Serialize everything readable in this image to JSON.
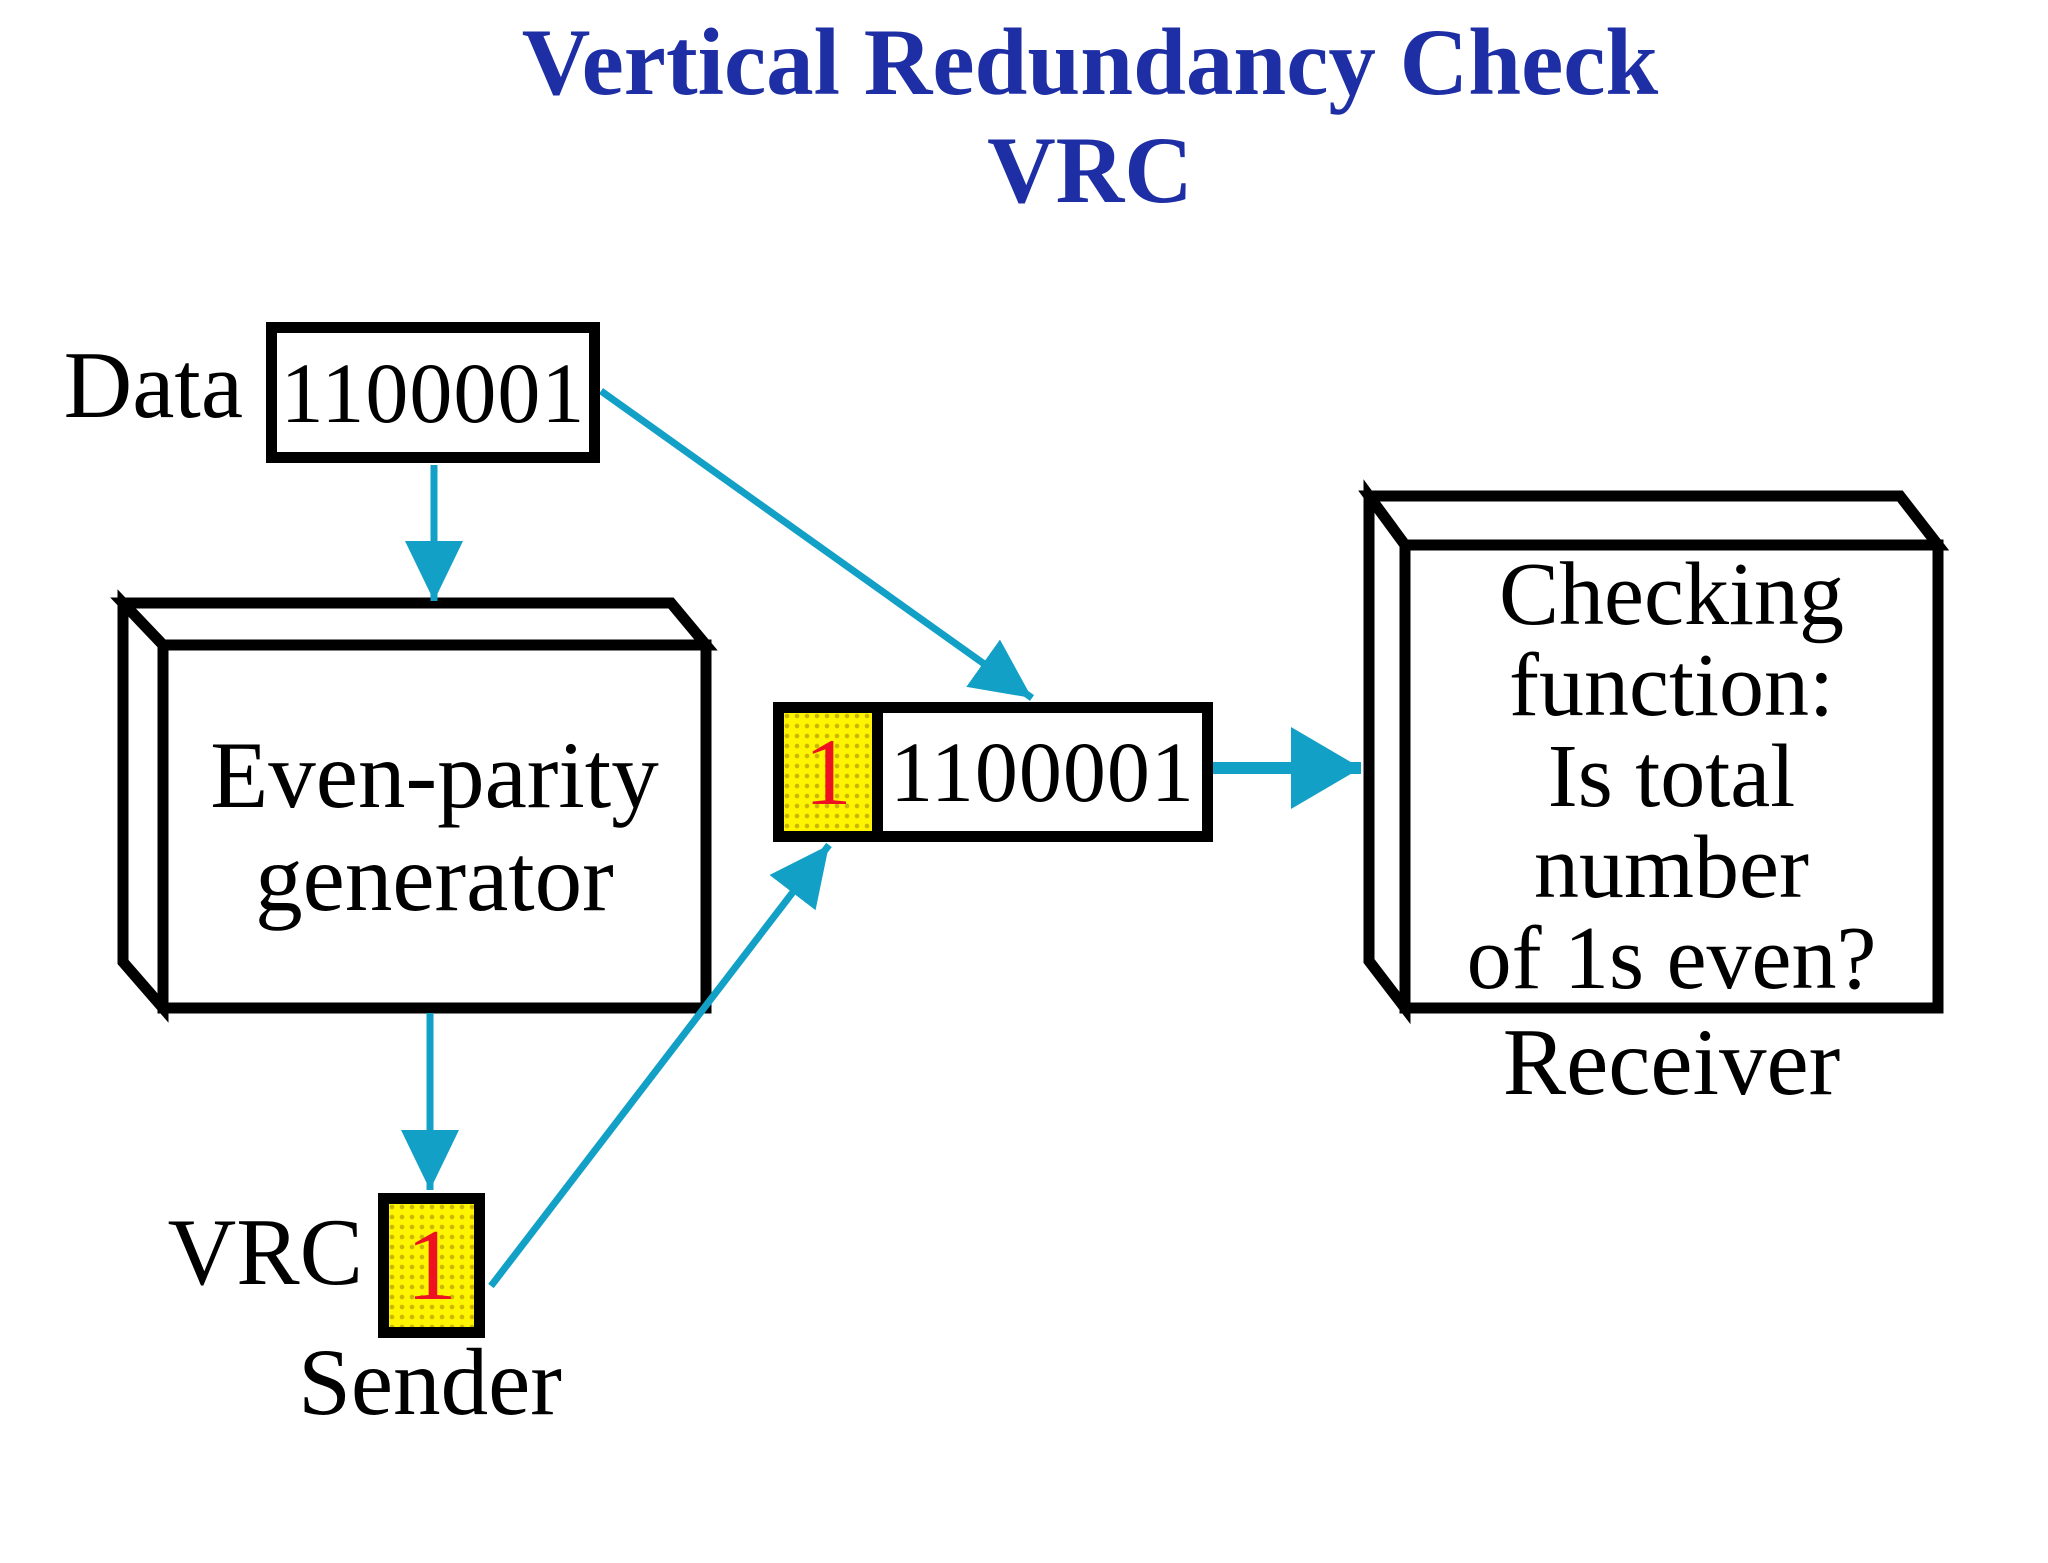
{
  "title": {
    "line1": "Vertical Redundancy Check",
    "line2": "VRC"
  },
  "sender_side": {
    "data_label": "Data",
    "data_bits": "1100001",
    "generator_line1": "Even-parity",
    "generator_line2": "generator",
    "vrc_label": "VRC",
    "vrc_parity_bit": "1",
    "caption": "Sender"
  },
  "transmitted_unit": {
    "parity_bit": "1",
    "data_bits": "1100001"
  },
  "receiver_side": {
    "checking_lines": [
      "Checking",
      "function:",
      "Is total",
      "number",
      "of 1s even?"
    ],
    "caption": "Receiver"
  },
  "colors": {
    "title_blue": "#1e2fa6",
    "arrow_teal": "#12a0c6",
    "parity_yellow": "#fff500",
    "parity_digit_red": "#ee1122",
    "box_border_black": "#000000",
    "background": "#ffffff"
  }
}
